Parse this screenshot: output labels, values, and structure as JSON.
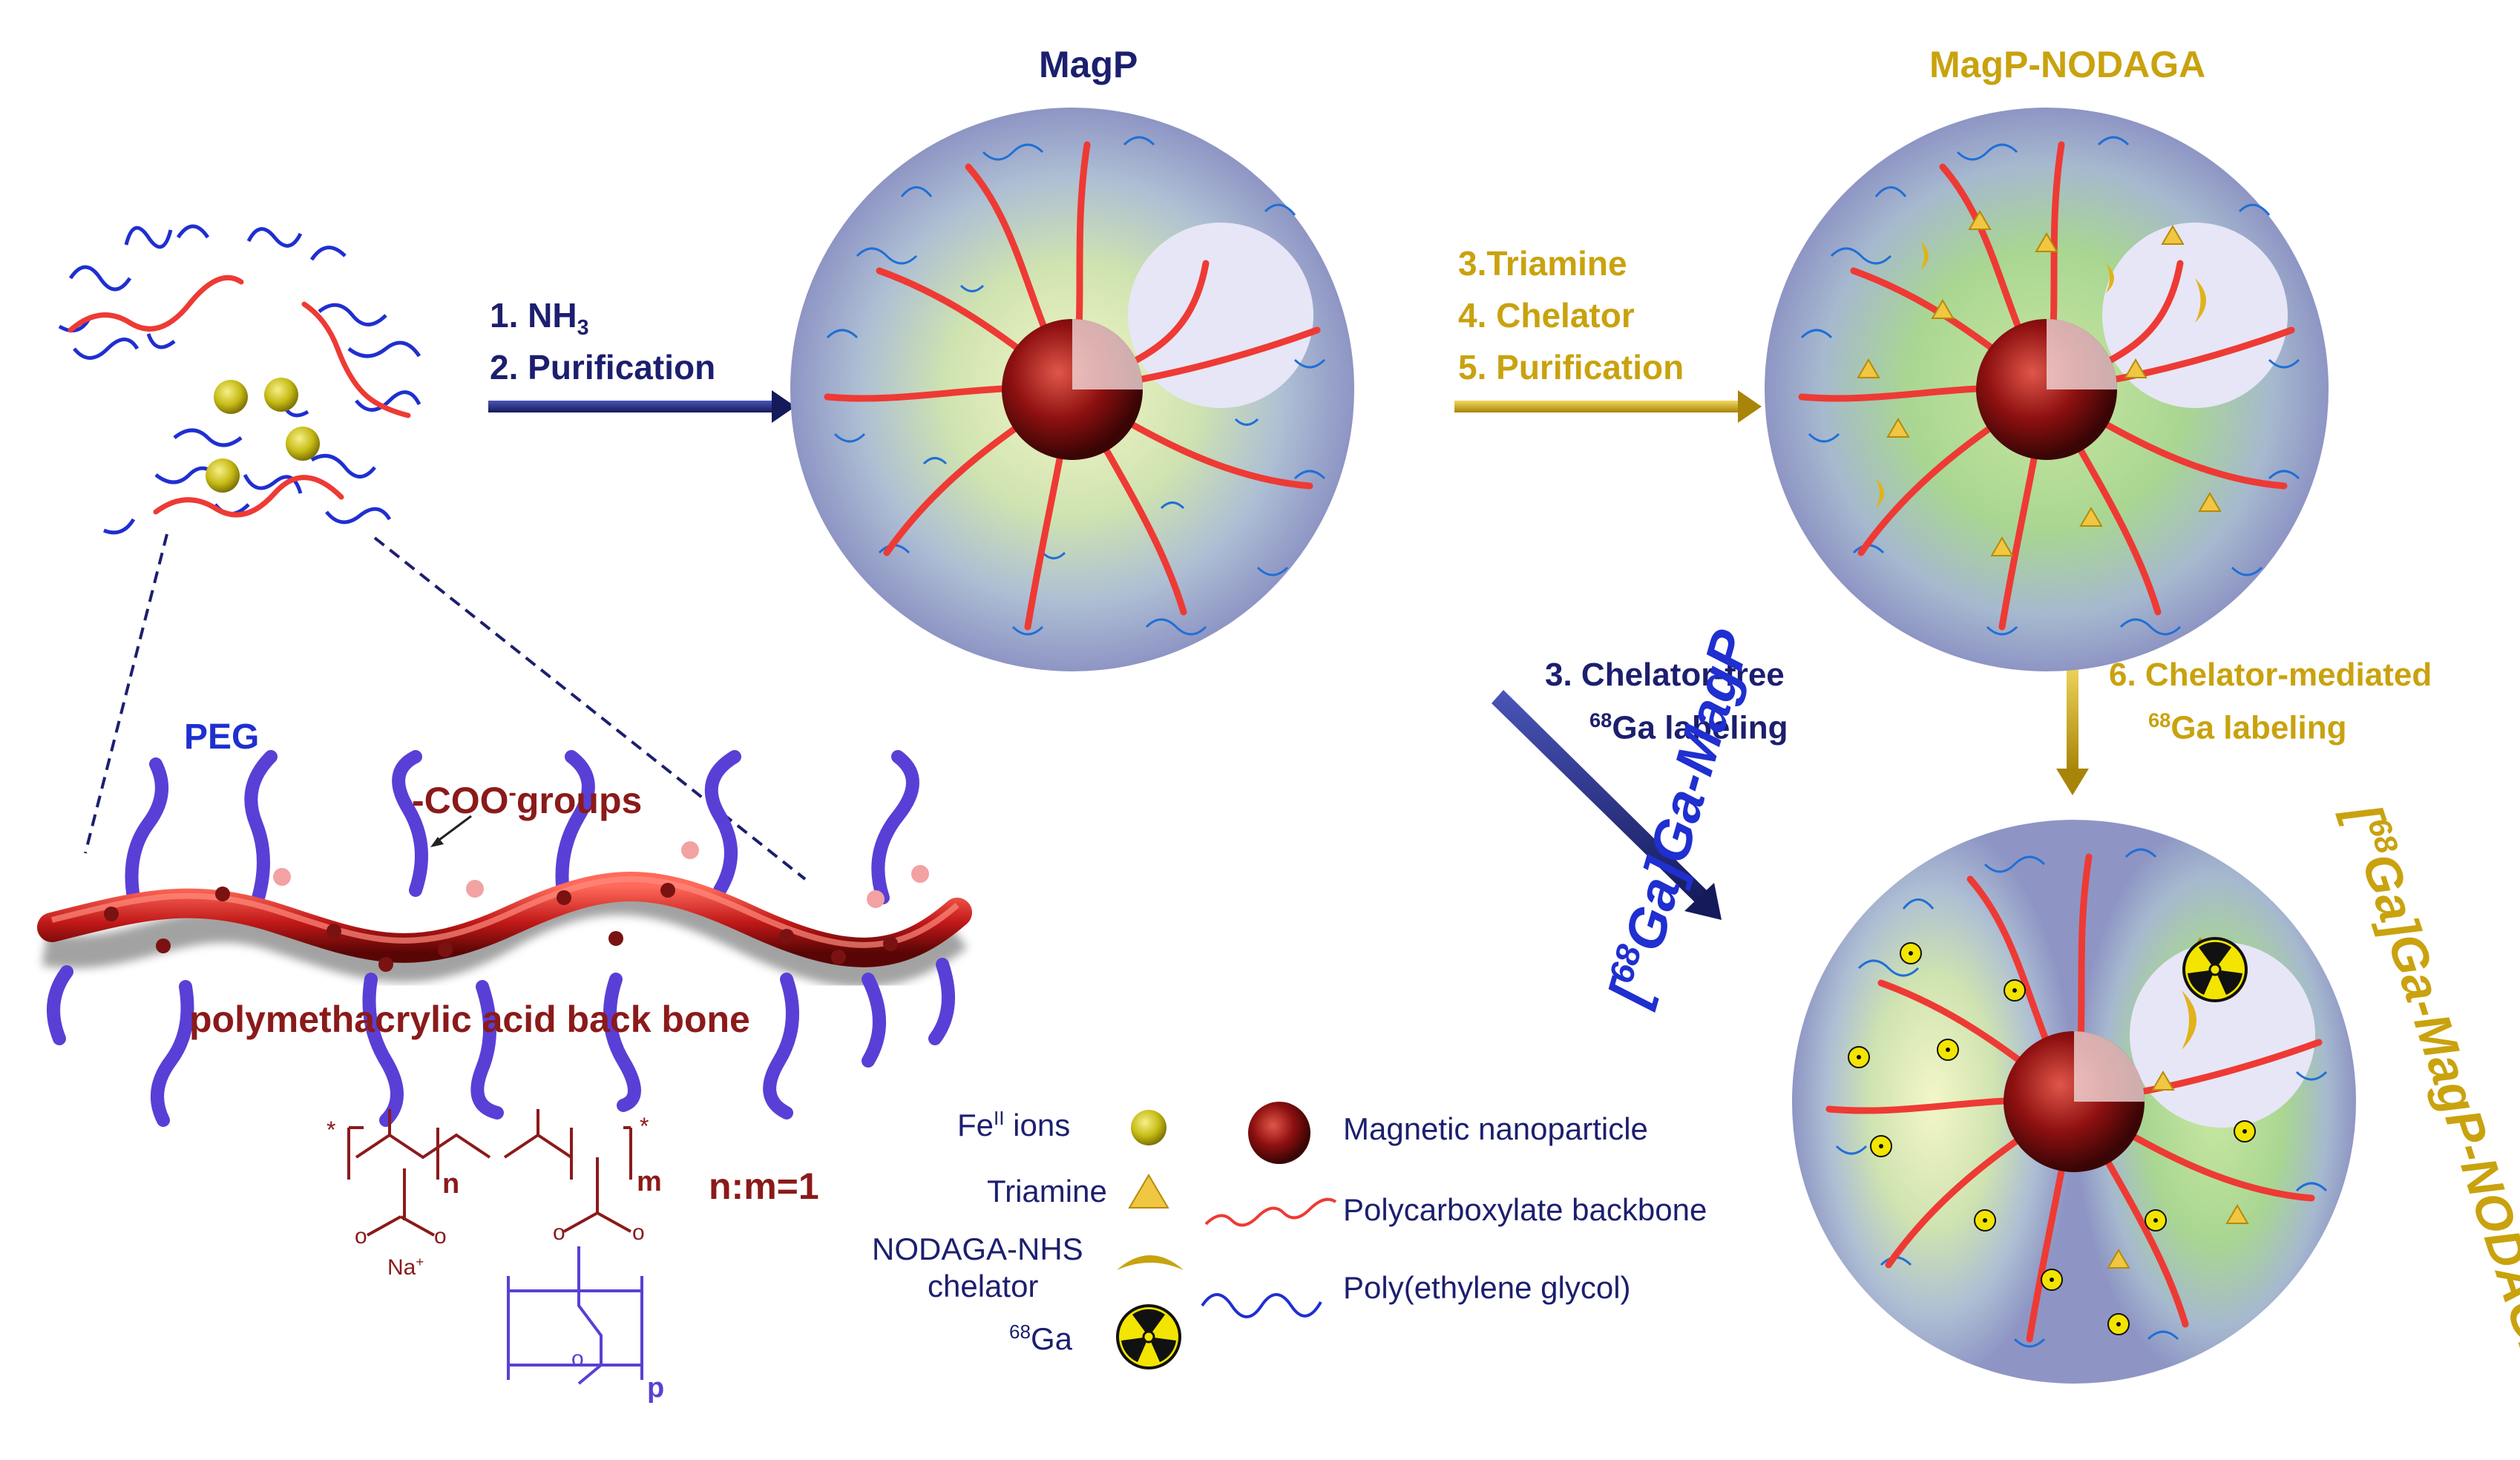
{
  "titles": {
    "magp": "MagP",
    "magp_nodaga": "MagP-NODAGA"
  },
  "steps": {
    "step1": "1. NH",
    "step1_sub": "3",
    "step2": "2. Purification",
    "step3_triamine": "3.Triamine",
    "step4_chelator": "4. Chelator",
    "step5_purification": "5. Purification",
    "chelator_free_line1": "3. Chelator-free",
    "chelator_free_sup": "68",
    "chelator_free_line2": "Ga labeling",
    "chelator_mediated_line1": "6. Chelator-mediated",
    "chelator_mediated_sup": "68",
    "chelator_mediated_line2": "Ga labeling"
  },
  "polymer": {
    "peg": "PEG",
    "coo_prefix": "-COO",
    "coo_sup": "-",
    "coo_suffix": "groups",
    "backbone": "polymethacrylic acid back bone",
    "ratio": "n:m=1",
    "n": "n",
    "m": "m",
    "p": "p",
    "na": "Na",
    "na_sup": "+",
    "star": "*",
    "oxygen": "o"
  },
  "products": {
    "ga_magp_bracket_open": "[",
    "ga_magp_sup": "68",
    "ga_magp_rest": "Ga]Ga-MagP",
    "ga_magp_nodaga_bracket_open": "[",
    "ga_magp_nodaga_sup": "68",
    "ga_magp_nodaga_rest": "Ga]Ga-MagP-NODAGA"
  },
  "legend": {
    "fe_prefix": "Fe",
    "fe_sup": "II",
    "fe_suffix": " ions",
    "triamine": "Triamine",
    "nodaga_line1": "NODAGA-NHS",
    "nodaga_line2": "chelator",
    "ga_sup": "68",
    "ga": "Ga",
    "magnetic": "Magnetic nanoparticle",
    "backbone": "Polycarboxylate backbone",
    "peg": "Poly(ethylene glycol)"
  },
  "colors": {
    "navy": "#1c1f6e",
    "gold": "#c9a20e",
    "maroon": "#8b1a1a",
    "red_chain": "#e8403a",
    "peg_blue": "#1f6fd6",
    "peg_purple": "#5a3fd6"
  }
}
